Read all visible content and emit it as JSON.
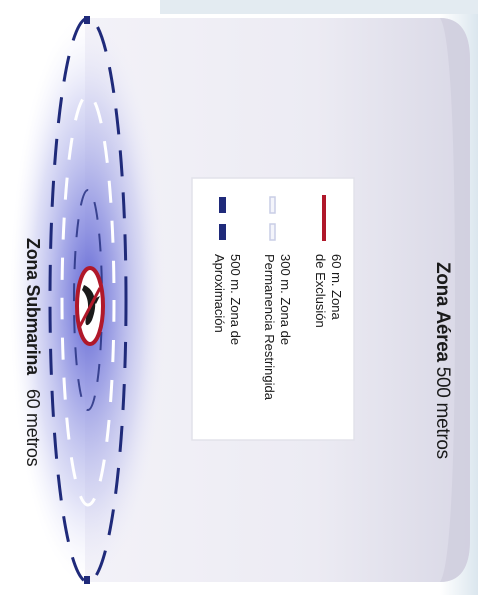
{
  "zona_aerea": {
    "title": "Zona Aérea",
    "value": "500 metros"
  },
  "zona_submarina": {
    "title": "Zona Submarina",
    "value": "60 metros"
  },
  "legend": {
    "items": [
      {
        "line1": "60 m. Zona",
        "line2": "de Exclusión",
        "color": "#b0182a"
      },
      {
        "line1": "300 m. Zona de",
        "line2": "Permanencia Restringida",
        "color": "#c9cde6"
      },
      {
        "line1": "500 m. Zona de",
        "line2": "Aproximación",
        "color": "#1f2a7a"
      }
    ]
  },
  "colors": {
    "cylinder": "#eceaf3",
    "inner_zone": "#6a6fd8",
    "exclusion": "#b0182a",
    "approach": "#1f2a7a"
  },
  "icons": [
    "whale-sign-icon",
    "dashed-zone-boundaries"
  ]
}
